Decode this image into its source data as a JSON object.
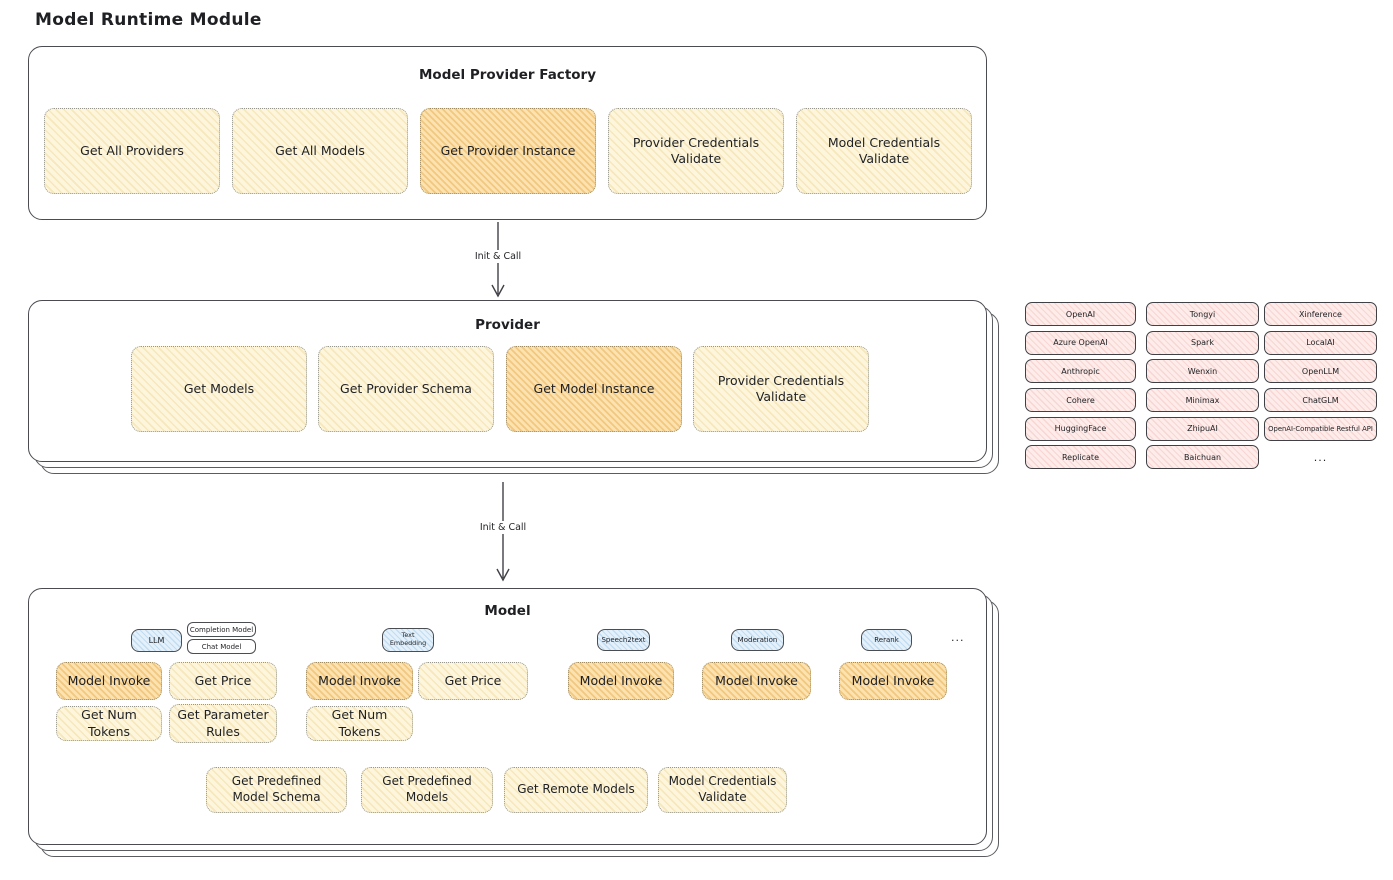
{
  "page_title": "Model Runtime Module",
  "colors": {
    "panel_border": "#4a4c51",
    "yellow_fill": "#fdf6dc",
    "orange_highlight_fill": "#fbe2ae",
    "pink_fill": "#fdecea",
    "blue_fill": "#e4f0fa"
  },
  "factory": {
    "title": "Model Provider Factory",
    "ops": [
      {
        "label": "Get All Providers",
        "highlighted": false
      },
      {
        "label": "Get All Models",
        "highlighted": false
      },
      {
        "label": "Get Provider Instance",
        "highlighted": true
      },
      {
        "label": "Provider Credentials Validate",
        "highlighted": false
      },
      {
        "label": "Model Credentials Validate",
        "highlighted": false
      }
    ]
  },
  "arrows": {
    "factory_to_provider": "Init & Call",
    "provider_to_model": "Init & Call"
  },
  "provider": {
    "title": "Provider",
    "ops": [
      {
        "label": "Get Models",
        "highlighted": false
      },
      {
        "label": "Get Provider Schema",
        "highlighted": false
      },
      {
        "label": "Get Model Instance",
        "highlighted": true
      },
      {
        "label": "Provider Credentials Validate",
        "highlighted": false
      }
    ]
  },
  "providers_list": {
    "columns": [
      [
        "OpenAI",
        "Azure OpenAI",
        "Anthropic",
        "Cohere",
        "HuggingFace",
        "Replicate"
      ],
      [
        "Tongyi",
        "Spark",
        "Wenxin",
        "Minimax",
        "ZhipuAI",
        "Baichuan"
      ],
      [
        "Xinference",
        "LocalAI",
        "OpenLLM",
        "ChatGLM",
        "OpenAI-Compatible Restful API"
      ]
    ],
    "more": "..."
  },
  "model": {
    "title": "Model",
    "groups": [
      {
        "tab": "LLM",
        "subtabs": [
          "Completion Model",
          "Chat Model"
        ],
        "ops": [
          "Model Invoke",
          "Get Price",
          "Get Num Tokens",
          "Get Parameter Rules"
        ]
      },
      {
        "tab": "Text Embedding",
        "ops": [
          "Model Invoke",
          "Get Price",
          "Get Num Tokens"
        ]
      },
      {
        "tab": "Speech2text",
        "ops": [
          "Model Invoke"
        ]
      },
      {
        "tab": "Moderation",
        "ops": [
          "Model Invoke"
        ]
      },
      {
        "tab": "Rerank",
        "ops": [
          "Model Invoke"
        ]
      }
    ],
    "more": "...",
    "shared_ops": [
      "Get Predefined Model Schema",
      "Get Predefined Models",
      "Get Remote Models",
      "Model Credentials Validate"
    ]
  }
}
